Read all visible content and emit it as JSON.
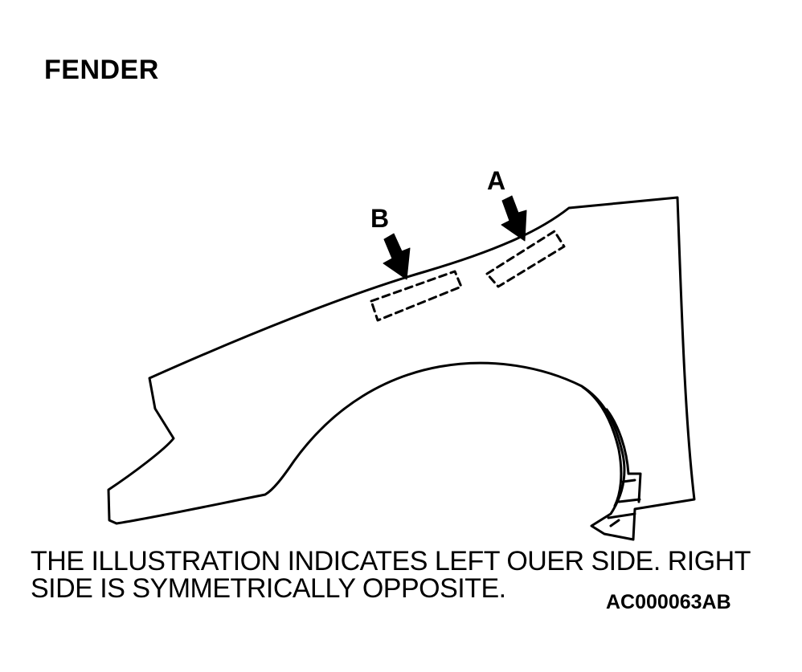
{
  "title": "FENDER",
  "callouts": {
    "a": "A",
    "b": "B"
  },
  "note": {
    "line1": "THE ILLUSTRATION INDICATES LEFT OUER SIDE. RIGHT",
    "line2": "SIDE IS SYMMETRICALLY OPPOSITE."
  },
  "figure_code": "AC000063AB",
  "colors": {
    "ink": "#000000",
    "background": "#ffffff"
  }
}
